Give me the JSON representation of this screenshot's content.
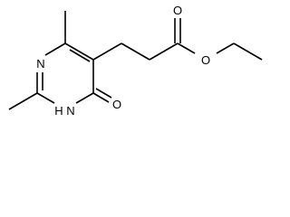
{
  "molecule": {
    "atoms": {
      "ring_n_top": "N",
      "ring_nh": "N",
      "ring_nh_h": "H",
      "keto_o": "O",
      "ester_carbonyl_o": "O",
      "ester_ether_o": "O"
    }
  },
  "colors": {
    "bond": "#000000",
    "label": "#000000",
    "background": "#ffffff"
  }
}
